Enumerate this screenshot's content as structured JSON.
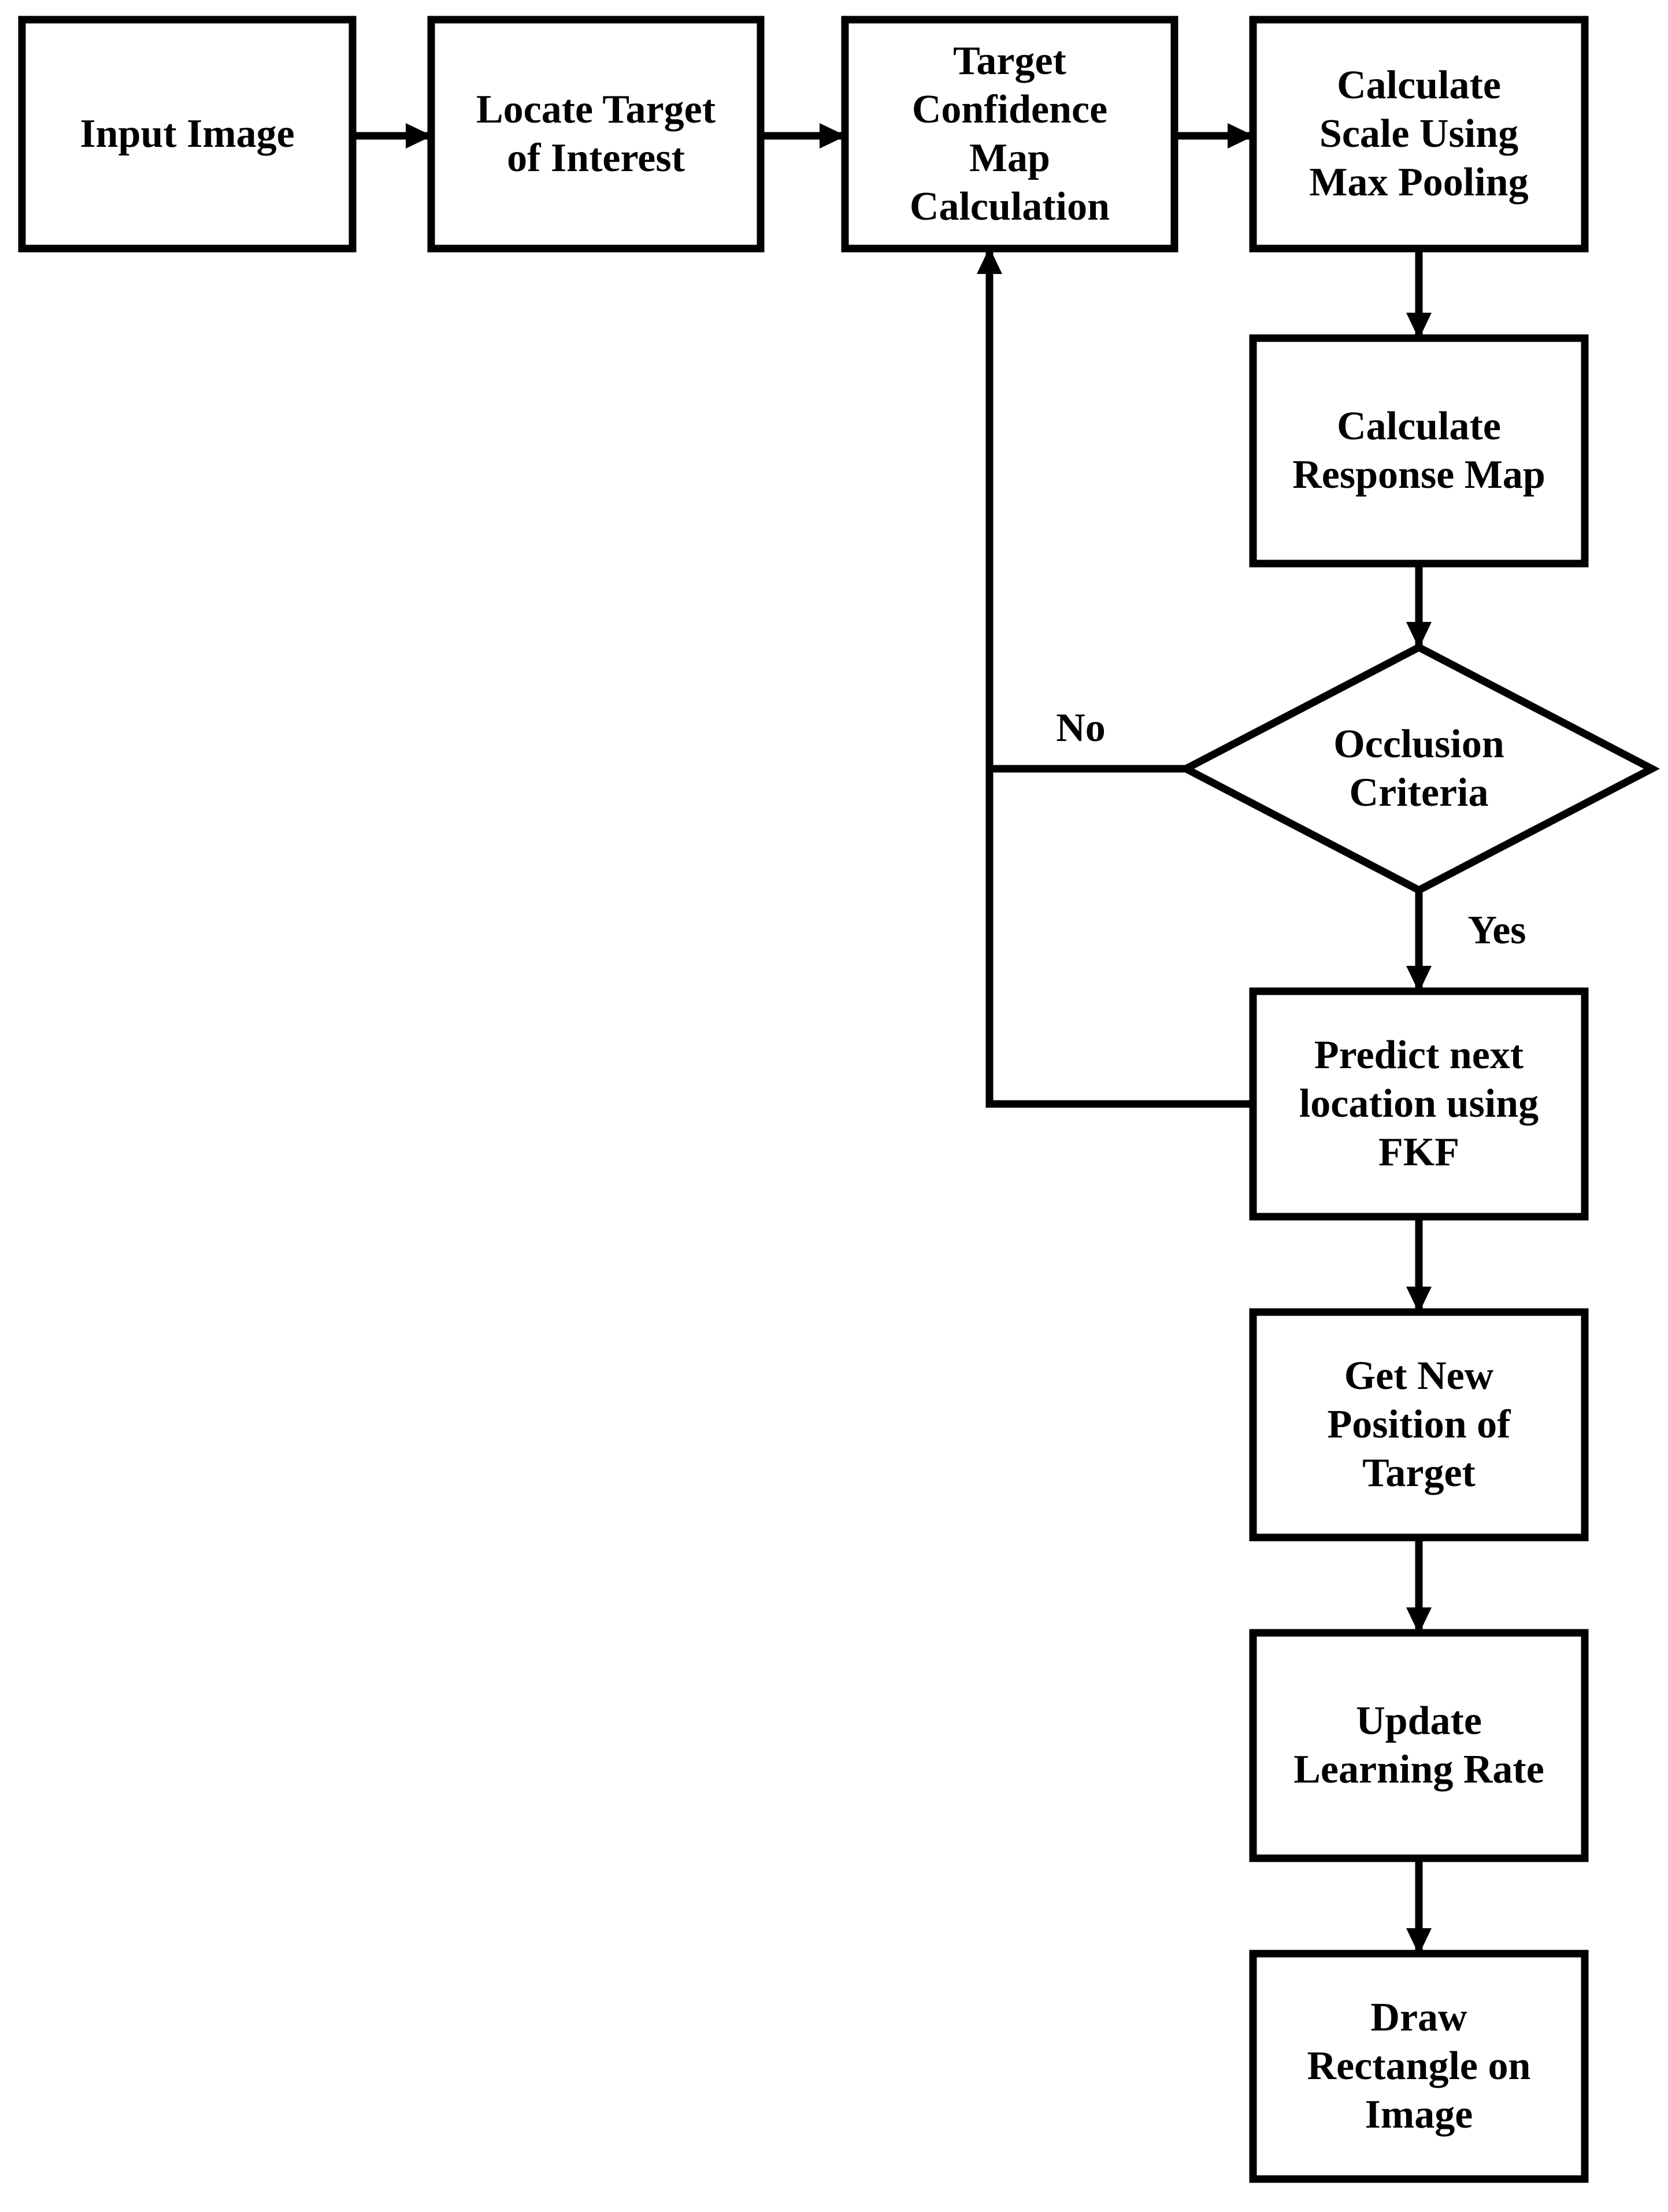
{
  "diagram": {
    "type": "flowchart",
    "colors": {
      "stroke": "#000000",
      "node_fill": "#ffffff",
      "background": "#ffffff",
      "text": "#000000"
    },
    "nodes": {
      "input_image": {
        "label": "Input Image",
        "shape": "rectangle"
      },
      "locate_target": {
        "label": "Locate Target\nof Interest",
        "shape": "rectangle"
      },
      "target_confidence": {
        "label": "Target\nConfidence\nMap\nCalculation",
        "shape": "rectangle"
      },
      "calc_scale": {
        "label": "Calculate\nScale Using\nMax Pooling",
        "shape": "rectangle"
      },
      "calc_response": {
        "label": "Calculate\nResponse Map",
        "shape": "rectangle"
      },
      "occlusion": {
        "label": "Occlusion\nCriteria",
        "shape": "diamond"
      },
      "predict_fkf": {
        "label": "Predict next\nlocation using\nFKF",
        "shape": "rectangle"
      },
      "get_new_position": {
        "label": "Get New\nPosition of\nTarget",
        "shape": "rectangle"
      },
      "update_learning": {
        "label": "Update\nLearning Rate",
        "shape": "rectangle"
      },
      "draw_rectangle": {
        "label": "Draw\nRectangle on\nImage",
        "shape": "rectangle"
      }
    },
    "edge_labels": {
      "no": "No",
      "yes": "Yes"
    },
    "flow": [
      "Input Image -> Locate Target of Interest",
      "Locate Target of Interest -> Target Confidence Map Calculation",
      "Target Confidence Map Calculation -> Calculate Scale Using Max Pooling",
      "Calculate Scale Using Max Pooling -> Calculate Response Map",
      "Calculate Response Map -> Occlusion Criteria",
      "Occlusion Criteria -No-> Target Confidence Map Calculation",
      "Occlusion Criteria -Yes-> Predict next location using FKF",
      "Predict next location using FKF -> Target Confidence Map Calculation",
      "Predict next location using FKF -> Get New Position of Target",
      "Get New Position of Target -> Update Learning Rate",
      "Update Learning Rate -> Draw Rectangle on Image"
    ]
  }
}
